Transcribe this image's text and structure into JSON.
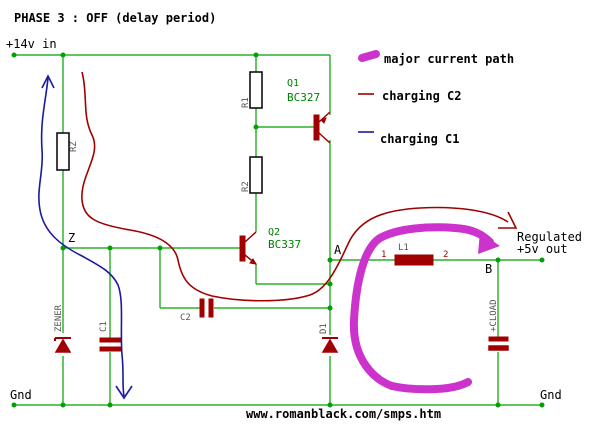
{
  "title": "PHASE 3 : OFF (delay period)",
  "labels": {
    "supply": "+14v in",
    "ground_left": "Gnd",
    "ground_right": "Gnd",
    "node_z": "Z",
    "node_a": "A",
    "node_b": "B",
    "output": "Regulated",
    "output_line2": "+5v out",
    "url": "www.romanblack.com/smps.htm"
  },
  "components": {
    "r1": "R1",
    "r2": "R2",
    "rz": "RZ",
    "q1_name": "Q1",
    "q1_part": "BC327",
    "q2_name": "Q2",
    "q2_part": "BC337",
    "l1": "L1",
    "l1_pin1": "1",
    "l1_pin2": "2",
    "c1": "C1",
    "c2": "C2",
    "d1": "D1",
    "zener": "ZENER",
    "cload": "+CLOAD"
  },
  "legend": [
    {
      "label": "major current path",
      "color": "#cc33cc"
    },
    {
      "label": "charging C2",
      "color": "#a00000"
    },
    {
      "label": "charging C1",
      "color": "#1a1aa0"
    }
  ]
}
